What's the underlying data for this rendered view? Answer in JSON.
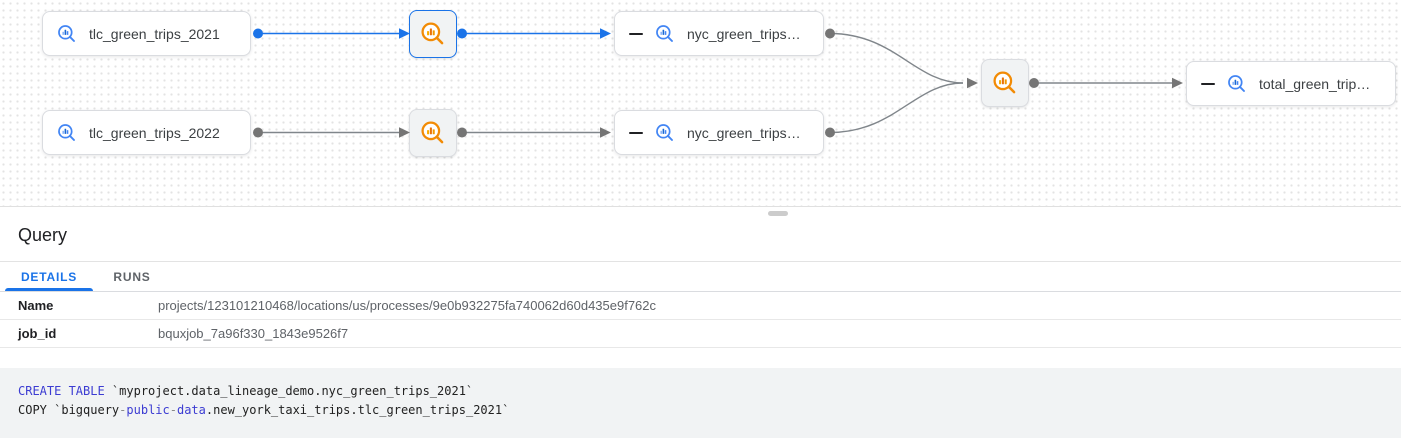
{
  "graph": {
    "nodes": [
      {
        "kind": "table",
        "label": "tlc_green_trips_2021",
        "selected": false
      },
      {
        "kind": "process",
        "label": "",
        "selected": true
      },
      {
        "kind": "table",
        "label": "nyc_green_trips…",
        "collapsible": true
      },
      {
        "kind": "table",
        "label": "tlc_green_trips_2022",
        "selected": false
      },
      {
        "kind": "process",
        "label": "",
        "selected": false
      },
      {
        "kind": "table",
        "label": "nyc_green_trips…",
        "collapsible": true
      },
      {
        "kind": "process",
        "label": "",
        "selected": false
      },
      {
        "kind": "table",
        "label": "total_green_trip…",
        "collapsible": true
      }
    ],
    "edges": [
      {
        "from": 0,
        "to": 1,
        "highlighted": true
      },
      {
        "from": 1,
        "to": 2,
        "highlighted": true
      },
      {
        "from": 3,
        "to": 4,
        "highlighted": false
      },
      {
        "from": 4,
        "to": 5,
        "highlighted": false
      },
      {
        "from": 2,
        "to": 6,
        "highlighted": false
      },
      {
        "from": 5,
        "to": 6,
        "highlighted": false
      },
      {
        "from": 6,
        "to": 7,
        "highlighted": false
      }
    ],
    "icons": {
      "table": "bigquery-magnifier-chart-icon",
      "process": "query-job-magnifier-chart-icon",
      "collapse": "minus-icon"
    }
  },
  "panel": {
    "title": "Query",
    "tabs": [
      {
        "label": "DETAILS",
        "active": true
      },
      {
        "label": "RUNS",
        "active": false
      }
    ],
    "details": {
      "rows": [
        {
          "label": "Name",
          "value": "projects/123101210468/locations/us/processes/9e0b932275fa740062d60d435e9f762c"
        },
        {
          "label": "job_id",
          "value": "bquxjob_7a96f330_1843e9526f7"
        }
      ]
    },
    "sql": {
      "lines": [
        [
          {
            "t": "CREATE TABLE",
            "c": "kwd"
          },
          {
            "t": " `myproject.data_lineage_demo.nyc_green_trips_2021`",
            "c": "pln"
          }
        ],
        [
          {
            "t": "COPY ",
            "c": "pln"
          },
          {
            "t": "`bigquery",
            "c": "pln"
          },
          {
            "t": "-",
            "c": "pun"
          },
          {
            "t": "public",
            "c": "kwd"
          },
          {
            "t": "-",
            "c": "pun"
          },
          {
            "t": "data",
            "c": "kwd"
          },
          {
            "t": ".new_york_taxi_trips.tlc_green_trips_2021`",
            "c": "pln"
          }
        ]
      ]
    }
  },
  "colors": {
    "accent_blue": "#1a73e8",
    "bigquery_blue": "#4285f4",
    "process_orange": "#f28b05",
    "edge_gray": "#80868b",
    "tab_inactive": "#5f6368",
    "keyword_blue": "#3c3cd2",
    "code_background": "#f1f3f4"
  }
}
